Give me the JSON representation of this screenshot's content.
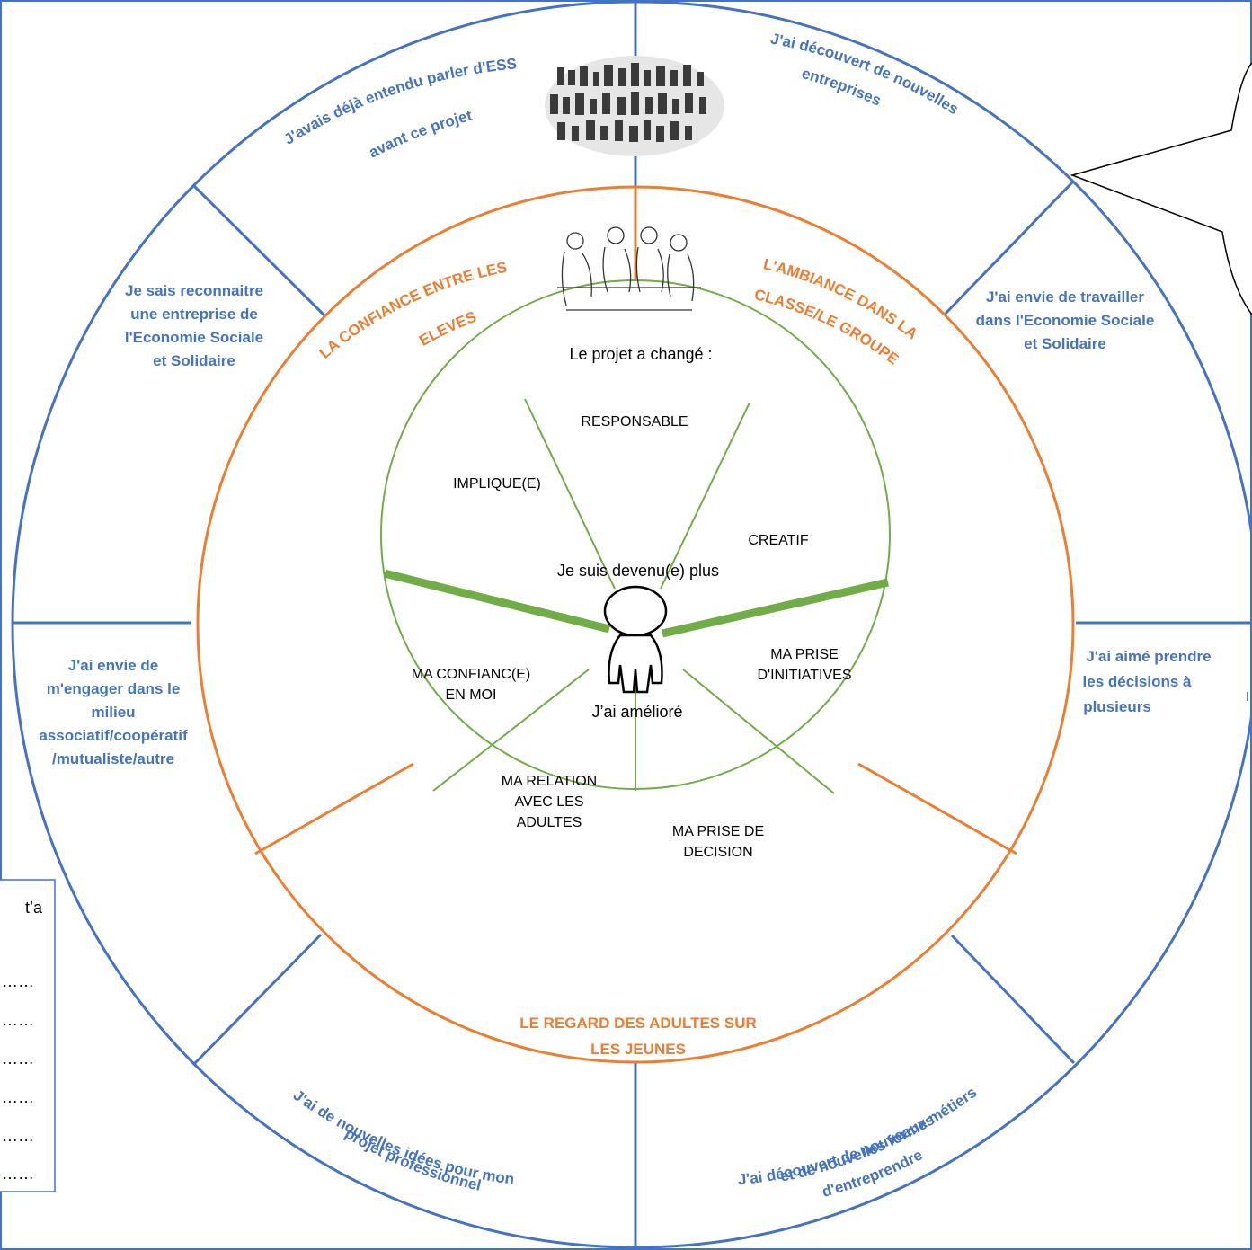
{
  "outer_ring": {
    "top_left": [
      "J'avais déjà entendu parler d'ESS",
      "avant ce projet"
    ],
    "top_right": [
      "J'ai découvert de nouvelles",
      "entreprises"
    ],
    "left_upper": [
      "Je sais reconnaitre",
      "une entreprise de",
      "l'Economie Sociale",
      "et Solidaire"
    ],
    "right_upper": [
      "J'ai envie de travailler",
      "dans l'Economie Sociale",
      "et Solidaire"
    ],
    "left_lower": [
      "J'ai envie de",
      "m'engager dans le",
      "milieu",
      "associatif/coopératif",
      "/mutualiste/autre"
    ],
    "right_lower": [
      "J'ai aimé prendre",
      "les décisions à",
      "plusieurs"
    ],
    "bottom_left": [
      "J'ai de nouvelles idées pour mon",
      "projet professionnel"
    ],
    "bottom_right": [
      "J'ai découvert de nouveaux métiers",
      "et de nouvelles formes",
      "d'entreprendre"
    ]
  },
  "middle_ring": {
    "left": [
      "LA CONFIANCE ENTRE LES",
      "ELEVES"
    ],
    "right": [
      "L'AMBIANCE DANS LA",
      "CLASSE/LE GROUPE"
    ],
    "bottom": [
      "LE REGARD DES ADULTES SUR",
      "LES JEUNES"
    ],
    "caption": "Le projet a changé :"
  },
  "inner_circle": {
    "upper_caption": "Je suis devenu(e) plus",
    "lower_caption": "J’ai amélioré",
    "segments": {
      "responsable": "RESPONSABLE",
      "implique": "IMPLIQUE(E)",
      "creatif": "CREATIF",
      "confiance": [
        "MA CONFIANC(E)",
        "EN MOI"
      ],
      "initiatives": [
        "MA PRISE",
        "D'INITIATIVES"
      ],
      "relation": [
        "MA RELATION",
        "AVEC LES",
        "ADULTES"
      ],
      "decision": [
        "MA PRISE DE",
        "DECISION"
      ]
    }
  },
  "side_box": {
    "partial_text": "t’a",
    "dotted_lines": [
      "……",
      "……",
      "……",
      "……",
      "……",
      "……"
    ]
  },
  "colors": {
    "outer": "#4472c4",
    "middle": "#ed7d31",
    "inner": "#70ad47"
  }
}
